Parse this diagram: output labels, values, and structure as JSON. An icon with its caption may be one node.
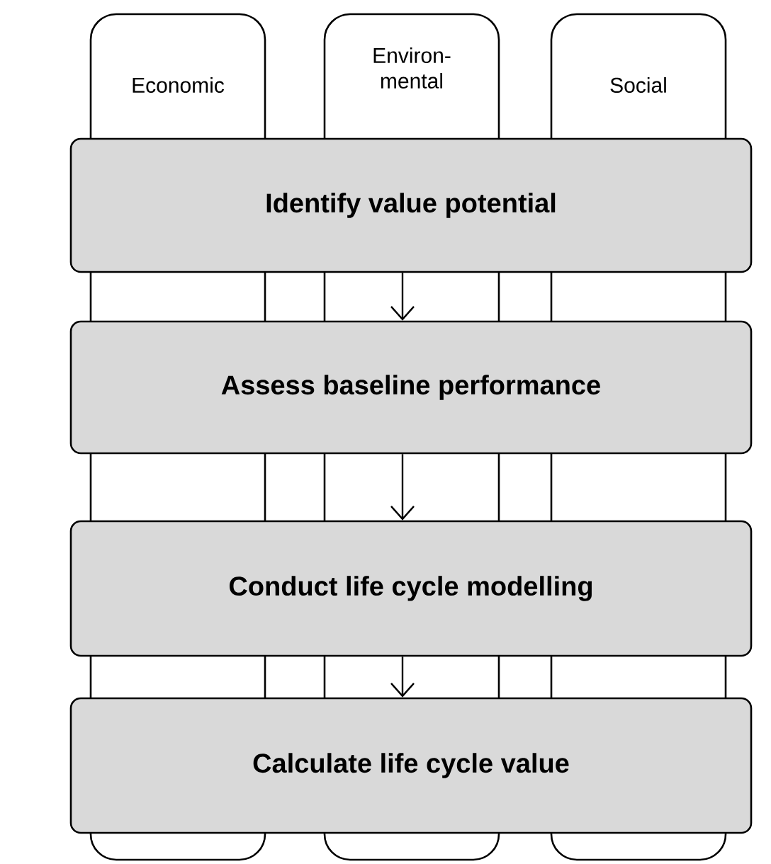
{
  "diagram": {
    "nodes": [
      {
        "text": [
          "Economic"
        ]
      },
      {
        "text": [
          "Environ- mental"
        ]
      },
      {
        "text": [
          "Social"
        ]
      },
      {
        "text": [
          "Identify value potential"
        ]
      },
      {
        "text": [
          "Assess baseline performance"
        ]
      },
      {
        "text": [
          "Conduct life cycle modelling"
        ]
      },
      {
        "text": [
          "Calculate life cycle value"
        ]
      }
    ],
    "edges": [
      {
        "from": 3,
        "to": 4,
        "arrow": "to"
      },
      {
        "from": 4,
        "to": 5,
        "arrow": "to"
      },
      {
        "from": 5,
        "to": 6,
        "arrow": "to"
      }
    ]
  }
}
